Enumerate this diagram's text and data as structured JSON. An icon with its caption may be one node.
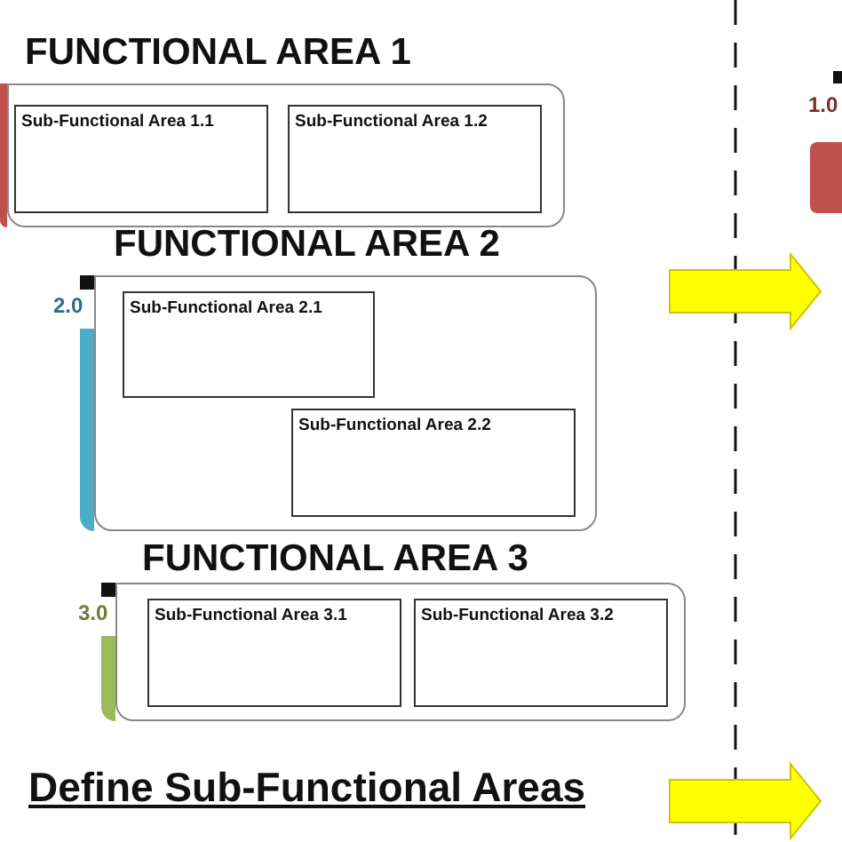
{
  "diagram": {
    "caption": "Define Sub-Functional Areas",
    "nodes": [
      {
        "text": [
          "FUNCTIONAL AREA 1"
        ]
      },
      {
        "text": [
          "Sub-Functional Area 1.1"
        ],
        "in": 0
      },
      {
        "text": [
          "Sub-Functional Area 1.2"
        ],
        "in": 0
      },
      {
        "text": [
          "FUNCTIONAL AREA 2"
        ],
        "beside": [
          "2.0"
        ]
      },
      {
        "text": [
          "Sub-Functional Area 2.1"
        ],
        "in": 3
      },
      {
        "text": [
          "Sub-Functional Area 2.2"
        ],
        "in": 3
      },
      {
        "text": [
          "FUNCTIONAL AREA 3"
        ],
        "beside": [
          "3.0"
        ]
      },
      {
        "text": [
          "Sub-Functional Area 3.1"
        ],
        "in": 6
      },
      {
        "text": [
          "Sub-Functional Area 3.2"
        ],
        "in": 6
      }
    ],
    "labels": [
      "1.0"
    ]
  }
}
